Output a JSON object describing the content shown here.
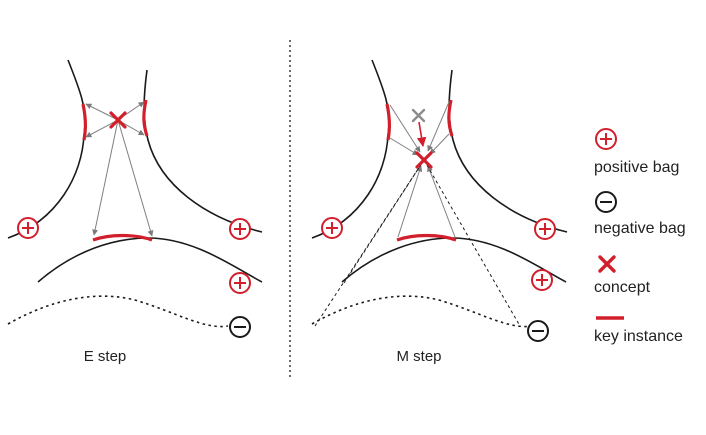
{
  "panels": {
    "left": {
      "caption": "E step"
    },
    "right": {
      "caption": "M step"
    }
  },
  "legend": {
    "positive_bag": {
      "label": "positive bag",
      "icon": "plus-circle-icon"
    },
    "negative_bag": {
      "label": "negative bag",
      "icon": "minus-circle-icon"
    },
    "concept": {
      "label": "concept",
      "icon": "cross-icon"
    },
    "key_instance": {
      "label": "key instance",
      "icon": "red-line-icon"
    }
  },
  "colors": {
    "accent": "#d21f2b",
    "line": "#1a1a1a",
    "arrow": "#808080",
    "old_concept": "#8c8c8c"
  }
}
